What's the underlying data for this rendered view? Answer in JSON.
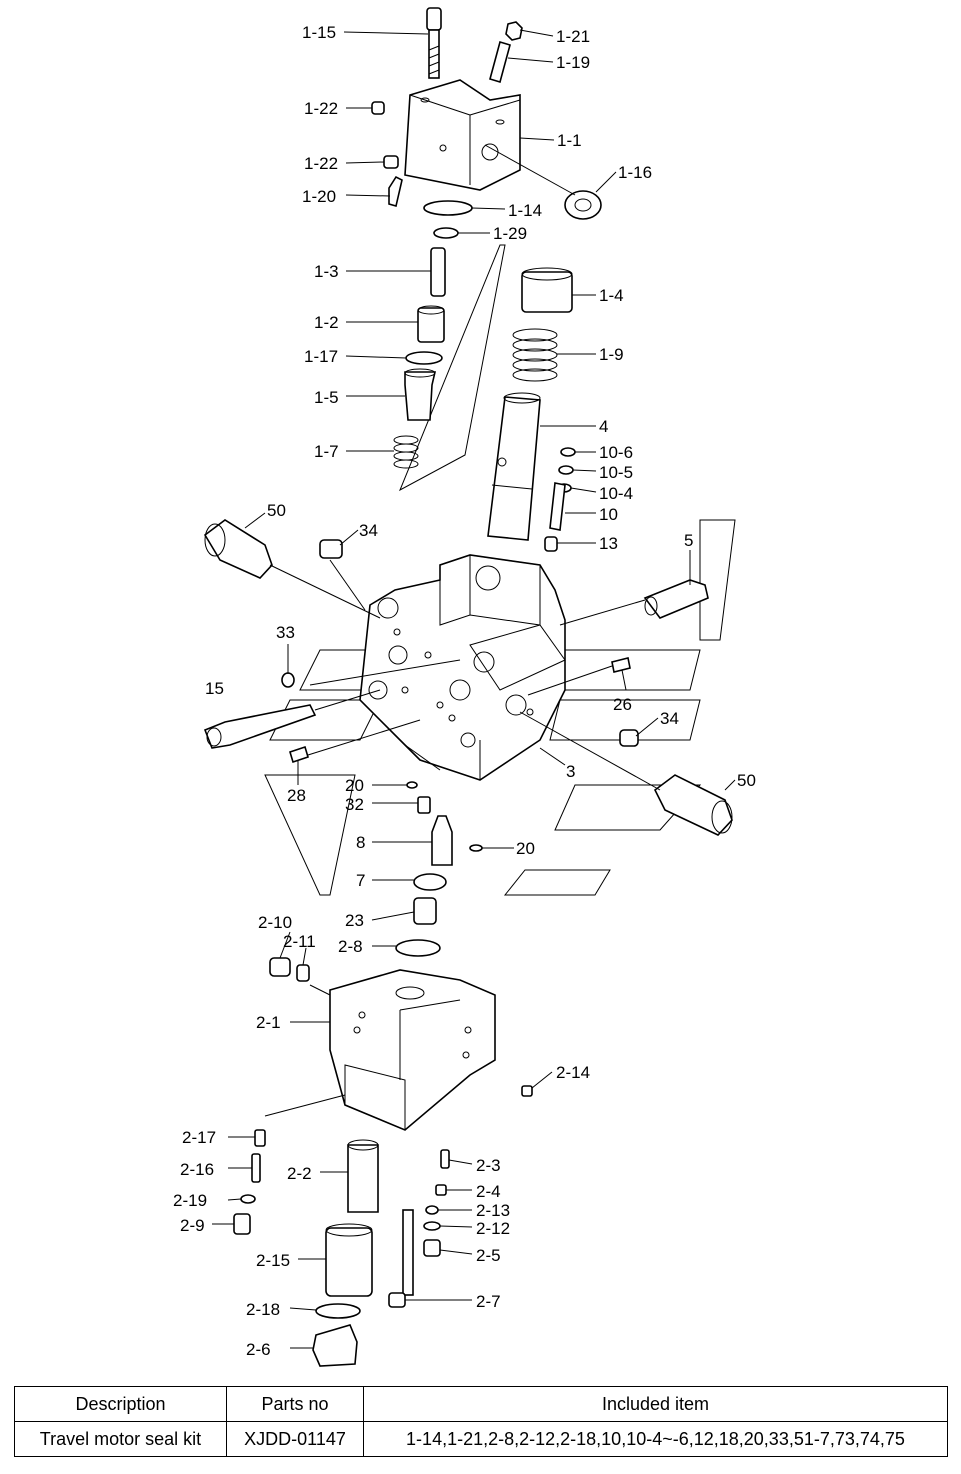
{
  "callouts": [
    {
      "id": "c1-15",
      "label": "1-15"
    },
    {
      "id": "c1-21",
      "label": "1-21"
    },
    {
      "id": "c1-19",
      "label": "1-19"
    },
    {
      "id": "c1-22a",
      "label": "1-22"
    },
    {
      "id": "c1-1",
      "label": "1-1"
    },
    {
      "id": "c1-22b",
      "label": "1-22"
    },
    {
      "id": "c1-16",
      "label": "1-16"
    },
    {
      "id": "c1-20",
      "label": "1-20"
    },
    {
      "id": "c1-14",
      "label": "1-14"
    },
    {
      "id": "c1-29",
      "label": "1-29"
    },
    {
      "id": "c1-3",
      "label": "1-3"
    },
    {
      "id": "c1-4",
      "label": "1-4"
    },
    {
      "id": "c1-2",
      "label": "1-2"
    },
    {
      "id": "c1-17",
      "label": "1-17"
    },
    {
      "id": "c1-9",
      "label": "1-9"
    },
    {
      "id": "c1-5",
      "label": "1-5"
    },
    {
      "id": "c4",
      "label": "4"
    },
    {
      "id": "c10-6",
      "label": "10-6"
    },
    {
      "id": "c1-7",
      "label": "1-7"
    },
    {
      "id": "c10-5",
      "label": "10-5"
    },
    {
      "id": "c10-4",
      "label": "10-4"
    },
    {
      "id": "c50a",
      "label": "50"
    },
    {
      "id": "c10",
      "label": "10"
    },
    {
      "id": "c34a",
      "label": "34"
    },
    {
      "id": "c13",
      "label": "13"
    },
    {
      "id": "c5",
      "label": "5"
    },
    {
      "id": "c33",
      "label": "33"
    },
    {
      "id": "c15",
      "label": "15"
    },
    {
      "id": "c26",
      "label": "26"
    },
    {
      "id": "c34b",
      "label": "34"
    },
    {
      "id": "c3",
      "label": "3"
    },
    {
      "id": "c50b",
      "label": "50"
    },
    {
      "id": "c20a",
      "label": "20"
    },
    {
      "id": "c28",
      "label": "28"
    },
    {
      "id": "c32",
      "label": "32"
    },
    {
      "id": "c8",
      "label": "8"
    },
    {
      "id": "c20b",
      "label": "20"
    },
    {
      "id": "c7",
      "label": "7"
    },
    {
      "id": "c23",
      "label": "23"
    },
    {
      "id": "c2-10",
      "label": "2-10"
    },
    {
      "id": "c2-11",
      "label": "2-11"
    },
    {
      "id": "c2-8",
      "label": "2-8"
    },
    {
      "id": "c2-1",
      "label": "2-1"
    },
    {
      "id": "c2-14",
      "label": "2-14"
    },
    {
      "id": "c2-17",
      "label": "2-17"
    },
    {
      "id": "c2-3",
      "label": "2-3"
    },
    {
      "id": "c2-16",
      "label": "2-16"
    },
    {
      "id": "c2-2",
      "label": "2-2"
    },
    {
      "id": "c2-4",
      "label": "2-4"
    },
    {
      "id": "c2-19",
      "label": "2-19"
    },
    {
      "id": "c2-13",
      "label": "2-13"
    },
    {
      "id": "c2-9",
      "label": "2-9"
    },
    {
      "id": "c2-12",
      "label": "2-12"
    },
    {
      "id": "c2-15",
      "label": "2-15"
    },
    {
      "id": "c2-5",
      "label": "2-5"
    },
    {
      "id": "c2-18",
      "label": "2-18"
    },
    {
      "id": "c2-7",
      "label": "2-7"
    },
    {
      "id": "c2-6",
      "label": "2-6"
    }
  ],
  "table": {
    "headers": {
      "description": "Description",
      "parts_no": "Parts no",
      "included": "Included item"
    },
    "row": {
      "description": "Travel motor seal kit",
      "parts_no": "XJDD-01147",
      "included": "1-14,1-21,2-8,2-12,2-18,10,10-4~-6,12,18,20,33,51-7,73,74,75"
    }
  }
}
